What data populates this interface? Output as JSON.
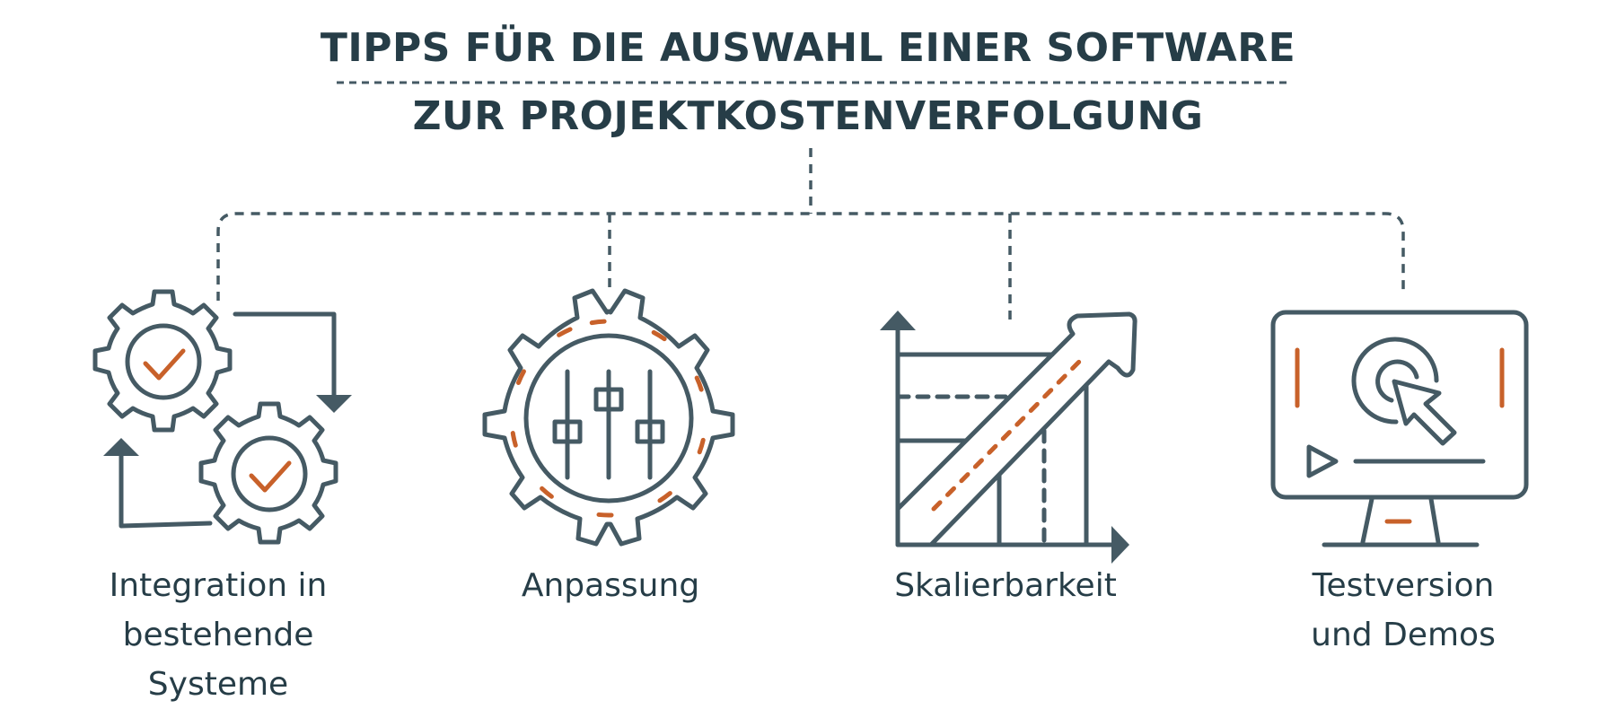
{
  "title": {
    "line1": "TIPPS FÜR DIE AUSWAHL EINER SOFTWARE",
    "line2": "ZUR PROJEKTKOSTENVERFOLGUNG"
  },
  "colors": {
    "title": "#263D47",
    "icon_stroke": "#455A64",
    "accent": "#C8612A",
    "background": "#FFFFFF"
  },
  "tips": [
    {
      "icon": "gears-check-cycle-icon",
      "label_lines": [
        "Integration in",
        "bestehende",
        "Systeme"
      ]
    },
    {
      "icon": "gear-sliders-icon",
      "label_lines": [
        "Anpassung"
      ]
    },
    {
      "icon": "growth-chart-arrow-icon",
      "label_lines": [
        "Skalierbarkeit"
      ]
    },
    {
      "icon": "monitor-click-demo-icon",
      "label_lines": [
        "Testversion",
        "und Demos"
      ]
    }
  ]
}
